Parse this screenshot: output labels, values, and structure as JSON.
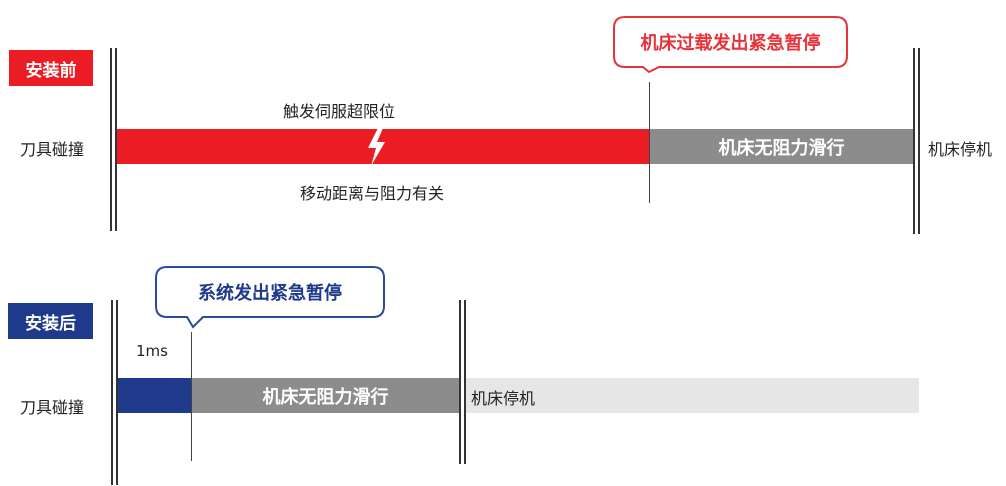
{
  "before": {
    "tag": "安装前",
    "row_label": "刀具碰撞",
    "above_bar": "触发伺服超限位",
    "below_bar": "移动距离与阻力有关",
    "callout": "机床过载发出紧急暂停",
    "slide_label": "机床无阻力滑行",
    "stop_label": "机床停机"
  },
  "after": {
    "tag": "安装后",
    "row_label": "刀具碰撞",
    "callout": "系统发出紧急暂停",
    "time_label": "1ms",
    "slide_label": "机床无阻力滑行",
    "stop_label": "机床停机"
  },
  "colors": {
    "red": "#ec1c24",
    "blue": "#1f3a8a",
    "gray": "#8c8c8c",
    "light_gray": "#e6e6e6",
    "callout_red_border": "#e8333a",
    "callout_blue_border": "#2b4a9a"
  },
  "icons": {
    "collision": "lightning-icon"
  }
}
